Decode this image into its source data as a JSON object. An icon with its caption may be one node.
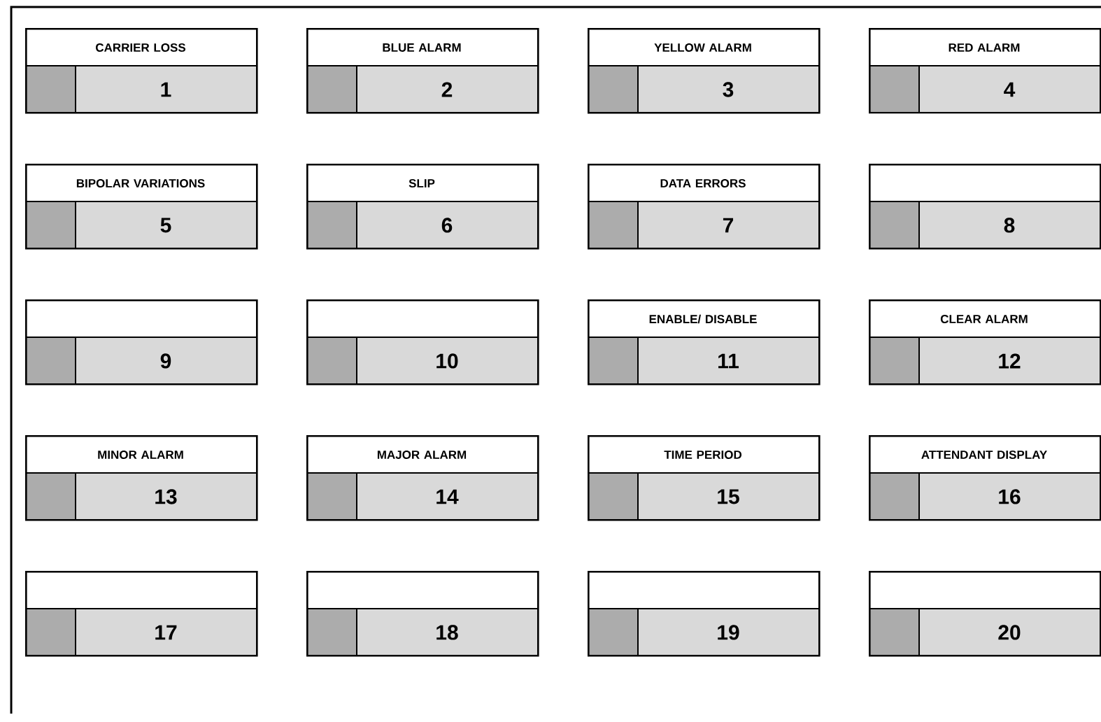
{
  "diagram": {
    "nodes": [
      {
        "text": [
          "CARRIER LOSS",
          "1"
        ]
      },
      {
        "text": [
          "BLUE ALARM",
          "2"
        ]
      },
      {
        "text": [
          "YELLOW ALARM",
          "3"
        ]
      },
      {
        "text": [
          "RED ALARM",
          "4"
        ]
      },
      {
        "text": [
          "BIPOLAR VARIATIONS",
          "5"
        ]
      },
      {
        "text": [
          "SLIP",
          "6"
        ]
      },
      {
        "text": [
          "DATA ERRORS",
          "7"
        ]
      },
      {
        "text": [
          "8"
        ]
      },
      {
        "text": [
          "9"
        ]
      },
      {
        "text": [
          "10"
        ]
      },
      {
        "text": [
          "ENABLE/ DISABLE",
          "11"
        ]
      },
      {
        "text": [
          "CLEAR ALARM",
          "12"
        ]
      },
      {
        "text": [
          "MINOR ALARM",
          "13"
        ]
      },
      {
        "text": [
          "MAJOR ALARM",
          "14"
        ]
      },
      {
        "text": [
          "TIME PERIOD",
          "15"
        ]
      },
      {
        "text": [
          "ATTENDANT DISPLAY",
          "16"
        ]
      },
      {
        "text": [
          "17"
        ]
      },
      {
        "text": [
          "18"
        ]
      },
      {
        "text": [
          "19"
        ]
      },
      {
        "text": [
          "20"
        ]
      }
    ]
  }
}
